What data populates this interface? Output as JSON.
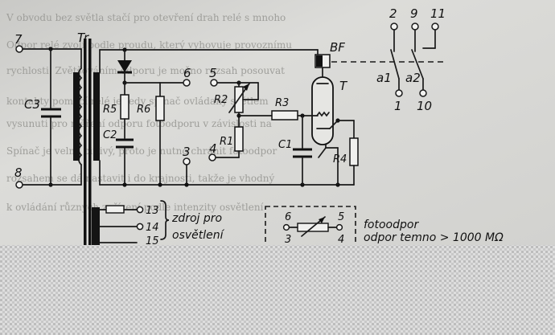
{
  "labels": {
    "t7": "7",
    "t8": "8",
    "tr": "Tr",
    "c3": "C3",
    "r5": "R5",
    "r6": "R6",
    "c2": "C2",
    "t6": "6",
    "t5": "5",
    "t3": "3",
    "t4": "4",
    "r2": "R2",
    "r1": "R1",
    "r3": "R3",
    "c1": "C1",
    "bf": "BF",
    "t_tube": "T",
    "r4": "R4",
    "t2": "2",
    "t9": "9",
    "t11": "11",
    "a1": "a1",
    "a2": "a2",
    "t1": "1",
    "t10": "10",
    "t13": "13",
    "t14": "14",
    "t15": "15",
    "zdroj1": "zdroj pro",
    "zdroj2": "osvětlení",
    "box6": "6",
    "box5": "5",
    "box3": "3",
    "box4": "4",
    "foto1": "fotoodpor",
    "foto2": "odpor temno > 1000 MΩ"
  },
  "background_text": [
    "V obvodu bez světla stačí pro otevření drah relé s mnoho",
    "Odpor relé zvolí podle proudu, který vyhovuje provoznímu",
    "rychlosti. Zvětšováním odporu je možno rozsah posouvat",
    "kontakty pomocí relé je tedy spínač ovládaný světlem",
    "vysunuti pro měření odporu fotoodporu v závislosti na",
    "Spínač je velmi citlivý, proto je nutno chránit fotoodpor",
    "rozsahem se dá nastavit i do krajnosti, takže je vhodný",
    "k ovládání různých zařízení podle intenzity osvětlení"
  ]
}
